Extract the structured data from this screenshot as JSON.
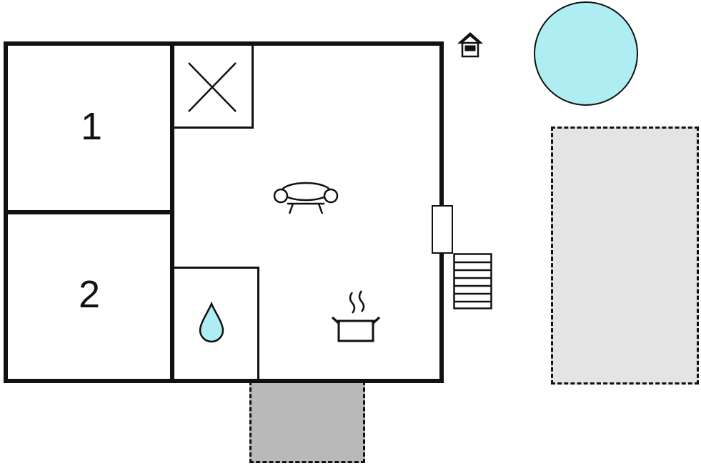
{
  "rooms": [
    {
      "label": "1"
    },
    {
      "label": "2"
    }
  ],
  "icons": {
    "cross_marked_area": "x-cross",
    "bathroom_marker": "water-drop",
    "living_marker": "sofa",
    "kitchen_marker": "cooking-pot-with-steam",
    "entrance": "door",
    "outside_steps": "stairs",
    "north_marker": "house",
    "pool": "circle",
    "patio": "dashed-rectangle",
    "porch": "dashed-rectangle"
  },
  "colors": {
    "wall": "#111111",
    "line": "#111111",
    "water_fill": "#aeeef2",
    "patio_fill": "#e4e4e4",
    "porch_fill": "#b9b9b9",
    "background": "#ffffff"
  }
}
